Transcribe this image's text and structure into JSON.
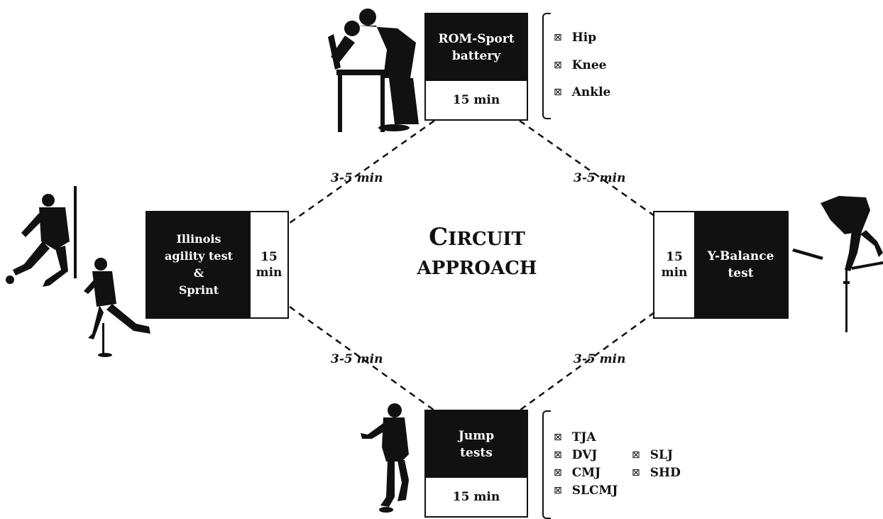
{
  "center": {
    "line1_big": "C",
    "line1_rest": "IRCUIT",
    "line2": "APPROACH"
  },
  "rest_labels": [
    "3-5 min",
    "3-5 min",
    "3-5 min",
    "3-5 min"
  ],
  "stations": {
    "rom": {
      "title_line1": "ROM-Sport",
      "title_line2": "battery",
      "time": "15 min",
      "items": [
        "Hip",
        "Knee",
        "Ankle"
      ]
    },
    "illinois": {
      "title_line1": "Illinois",
      "title_line2": "agility test",
      "title_line3": "&",
      "title_line4": "Sprint",
      "time_line1": "15",
      "time_line2": "min"
    },
    "ybalance": {
      "title_line1": "Y-Balance",
      "title_line2": "test",
      "time_line1": "15",
      "time_line2": "min"
    },
    "jump": {
      "title_line1": "Jump",
      "title_line2": "tests",
      "time": "15 min",
      "items_col1": [
        "TJA",
        "DVJ",
        "CMJ",
        "SLCMJ"
      ],
      "items_col2": [
        "SLJ",
        "SHD"
      ]
    }
  },
  "checkbox_glyph": "⊠"
}
